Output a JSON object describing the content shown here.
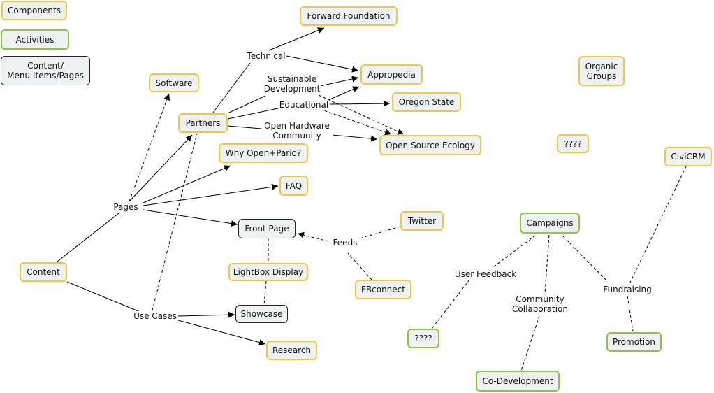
{
  "legend": {
    "components": "Components",
    "activities": "Activities",
    "content": "Content/\nMenu Items/Pages"
  },
  "nodes": {
    "forward_foundation": "Forward Foundation",
    "appropedia": "Appropedia",
    "oregon_state": "Oregon State",
    "open_source_ecology": "Open Source Ecology",
    "software": "Software",
    "partners": "Partners",
    "why_open_pario": "Why Open+Pario?",
    "faq": "FAQ",
    "front_page": "Front Page",
    "lightbox_display": "LightBox Display",
    "showcase": "Showcase",
    "research": "Research",
    "content": "Content",
    "twitter": "Twitter",
    "fbconnect": "FBconnect",
    "organic_groups": "Organic\nGroups",
    "unknown_top": "????",
    "civicrm": "CiviCRM",
    "campaigns": "Campaigns",
    "unknown_bottom": "????",
    "co_development": "Co-Development",
    "promotion": "Promotion"
  },
  "link_labels": {
    "technical": "Technical",
    "sustainable_development": "Sustainable\nDevelopment",
    "educational": "Educational",
    "open_hardware_community": "Open Hardware\nCommunity",
    "pages": "Pages",
    "use_cases": "Use Cases",
    "feeds": "Feeds",
    "user_feedback": "User Feedback",
    "community_collaboration": "Community\nCollaboration",
    "fundraising": "Fundraising"
  },
  "colors": {
    "component_border": "#f2c744",
    "activity_border": "#8cc63f",
    "content_border": "#222222",
    "node_fill": "#eef2f2"
  }
}
